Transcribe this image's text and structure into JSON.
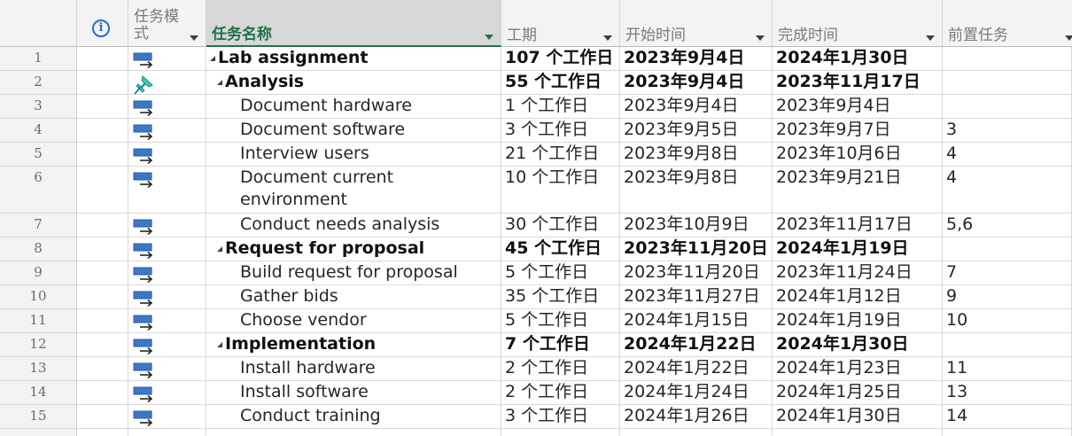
{
  "columns": {
    "info_glyph": "i",
    "mode": "任务模式",
    "name": "任务名称",
    "duration": "工期",
    "start": "开始时间",
    "finish": "完成时间",
    "predecessors": "前置任务"
  },
  "tasks": [
    {
      "id": "1",
      "name": "Lab assignment",
      "duration": "107 个工作日",
      "start": "2023年9月4日",
      "finish": "2024年1月30日",
      "pred": "",
      "summary": true,
      "level": 0,
      "mode_icon": "auto-schedule-icon"
    },
    {
      "id": "2",
      "name": "Analysis",
      "duration": "55 个工作日",
      "start": "2023年9月4日",
      "finish": "2023年11月17日",
      "pred": "",
      "summary": true,
      "level": 1,
      "mode_icon": "manual-pin-icon"
    },
    {
      "id": "3",
      "name": "Document hardware",
      "duration": "1 个工作日",
      "start": "2023年9月4日",
      "finish": "2023年9月4日",
      "pred": "",
      "summary": false,
      "level": 2,
      "mode_icon": "auto-schedule-icon"
    },
    {
      "id": "4",
      "name": "Document software",
      "duration": "3 个工作日",
      "start": "2023年9月5日",
      "finish": "2023年9月7日",
      "pred": "3",
      "summary": false,
      "level": 2,
      "mode_icon": "auto-schedule-icon"
    },
    {
      "id": "5",
      "name": "Interview users",
      "duration": "21 个工作日",
      "start": "2023年9月8日",
      "finish": "2023年10月6日",
      "pred": "4",
      "summary": false,
      "level": 2,
      "mode_icon": "auto-schedule-icon"
    },
    {
      "id": "6",
      "name": "Document current environment",
      "duration": "10 个工作日",
      "start": "2023年9月8日",
      "finish": "2023年9月21日",
      "pred": "4",
      "summary": false,
      "level": 2,
      "mode_icon": "auto-schedule-icon"
    },
    {
      "id": "7",
      "name": "Conduct needs analysis",
      "duration": "30 个工作日",
      "start": "2023年10月9日",
      "finish": "2023年11月17日",
      "pred": "5,6",
      "summary": false,
      "level": 2,
      "mode_icon": "auto-schedule-icon"
    },
    {
      "id": "8",
      "name": "Request for proposal",
      "duration": "45 个工作日",
      "start": "2023年11月20日",
      "finish": "2024年1月19日",
      "pred": "",
      "summary": true,
      "level": 1,
      "mode_icon": "auto-schedule-icon"
    },
    {
      "id": "9",
      "name": "Build request for proposal",
      "duration": "5 个工作日",
      "start": "2023年11月20日",
      "finish": "2023年11月24日",
      "pred": "7",
      "summary": false,
      "level": 2,
      "mode_icon": "auto-schedule-icon"
    },
    {
      "id": "10",
      "name": "Gather bids",
      "duration": "35 个工作日",
      "start": "2023年11月27日",
      "finish": "2024年1月12日",
      "pred": "9",
      "summary": false,
      "level": 2,
      "mode_icon": "auto-schedule-icon"
    },
    {
      "id": "11",
      "name": "Choose vendor",
      "duration": "5 个工作日",
      "start": "2024年1月15日",
      "finish": "2024年1月19日",
      "pred": "10",
      "summary": false,
      "level": 2,
      "mode_icon": "auto-schedule-icon"
    },
    {
      "id": "12",
      "name": "Implementation",
      "duration": "7 个工作日",
      "start": "2024年1月22日",
      "finish": "2024年1月30日",
      "pred": "",
      "summary": true,
      "level": 1,
      "mode_icon": "auto-schedule-icon"
    },
    {
      "id": "13",
      "name": "Install hardware",
      "duration": "2 个工作日",
      "start": "2024年1月22日",
      "finish": "2024年1月23日",
      "pred": "11",
      "summary": false,
      "level": 2,
      "mode_icon": "auto-schedule-icon"
    },
    {
      "id": "14",
      "name": "Install software",
      "duration": "2 个工作日",
      "start": "2024年1月24日",
      "finish": "2024年1月25日",
      "pred": "13",
      "summary": false,
      "level": 2,
      "mode_icon": "auto-schedule-icon"
    },
    {
      "id": "15",
      "name": "Conduct training",
      "duration": "3 个工作日",
      "start": "2024年1月26日",
      "finish": "2024年1月30日",
      "pred": "14",
      "summary": false,
      "level": 2,
      "mode_icon": "auto-schedule-icon"
    }
  ]
}
